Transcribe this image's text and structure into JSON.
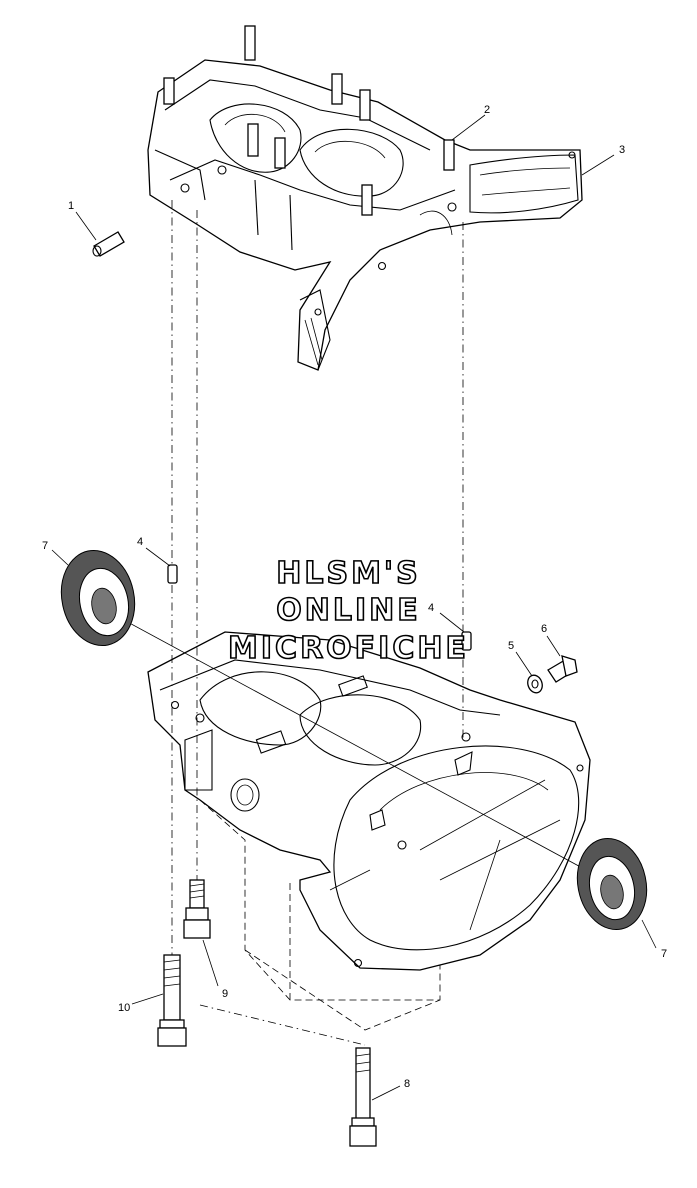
{
  "watermark": {
    "line1": "HLSM'S",
    "line2": "ONLINE",
    "line3": "MICROFICHE"
  },
  "callouts": [
    {
      "id": "c1",
      "label": "1"
    },
    {
      "id": "c2",
      "label": "2"
    },
    {
      "id": "c3",
      "label": "3"
    },
    {
      "id": "c4a",
      "label": "4"
    },
    {
      "id": "c4b",
      "label": "4"
    },
    {
      "id": "c5",
      "label": "5"
    },
    {
      "id": "c6",
      "label": "6"
    },
    {
      "id": "c7a",
      "label": "7"
    },
    {
      "id": "c7b",
      "label": "7"
    },
    {
      "id": "c8",
      "label": "8"
    },
    {
      "id": "c9",
      "label": "9"
    },
    {
      "id": "c10",
      "label": "10"
    }
  ]
}
